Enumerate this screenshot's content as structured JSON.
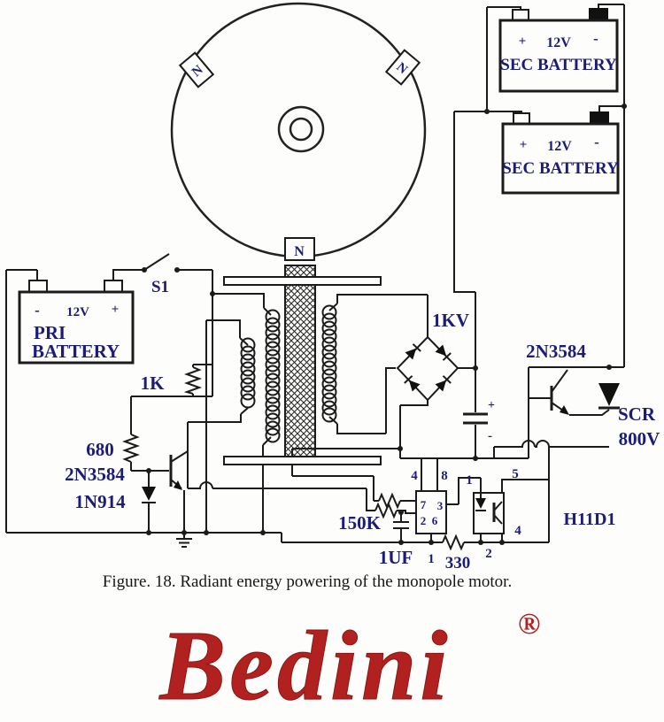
{
  "colors": {
    "label": "#1c1c78",
    "line": "#1b1b1b",
    "logo": "#b0211f"
  },
  "rotor": {
    "magnet_top_left": "N",
    "magnet_top_right": "N",
    "magnet_bottom": "N"
  },
  "pri_battery": {
    "minus": "-",
    "voltage": "12V",
    "plus": "+",
    "name_line1": "PRI",
    "name_line2": "BATTERY"
  },
  "sec_battery_1": {
    "plus": "+",
    "voltage": "12V",
    "minus": "-",
    "name": "SEC BATTERY"
  },
  "sec_battery_2": {
    "plus": "+",
    "voltage": "12V",
    "minus": "-",
    "name": "SEC BATTERY"
  },
  "components": {
    "switch": "S1",
    "resistor_1k": "1K",
    "resistor_680": "680",
    "transistor_left": "2N3584",
    "diode": "1N914",
    "bridge": "1KV",
    "cap_plus": "+",
    "cap_minus": "-",
    "transistor_right": "2N3584",
    "scr_line1": "SCR",
    "scr_line2": "800V",
    "resistor_150k": "150K",
    "capacitor_1uf": "1UF",
    "resistor_330": "330",
    "optocoupler": "H11D1"
  },
  "timer_pins": {
    "p4": "4",
    "p8": "8",
    "p7": "7",
    "p3": "3",
    "p2": "2",
    "p6": "6",
    "p1": "1"
  },
  "opto_pins": {
    "p1": "1",
    "p5": "5",
    "p2": "2",
    "p4": "4"
  },
  "caption": "Figure. 18. Radiant energy powering of the monopole motor.",
  "logo": {
    "text": "Bedini",
    "registered": "®"
  }
}
